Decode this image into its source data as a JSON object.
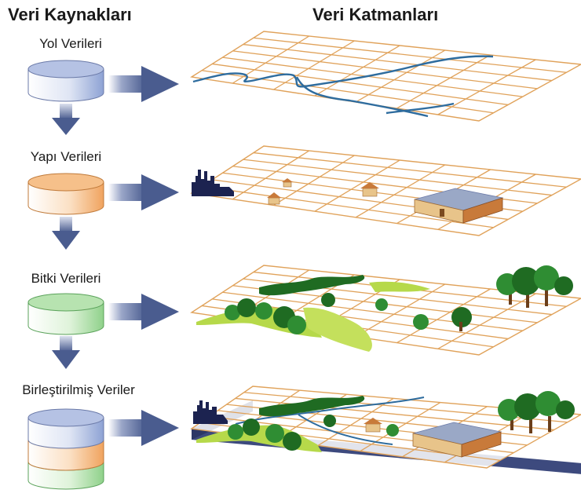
{
  "headings": {
    "sources": "Veri Kaynakları",
    "layers": "Veri Katmanları"
  },
  "sources": [
    {
      "label": "Yol Verileri",
      "color": "#8da2d4"
    },
    {
      "label": "Yapı Verileri",
      "color": "#f0a35e"
    },
    {
      "label": "Bitki Verileri",
      "color": "#8fd18a"
    },
    {
      "label": "Birleştirilmiş Veriler",
      "colors": [
        "#8da2d4",
        "#f0a35e",
        "#8fd18a"
      ]
    }
  ],
  "colors": {
    "grid": "#e0a25a",
    "road": "#2e6c9e",
    "arrow": "#4a5c8f",
    "base": "#3d4a7e",
    "tree_dark": "#1f6b22",
    "tree_mid": "#2f8d33",
    "meadow": "#b6d94a",
    "building_wall": "#e8c48a",
    "building_roof": "#9aa8c6",
    "city": "#1c2350"
  }
}
